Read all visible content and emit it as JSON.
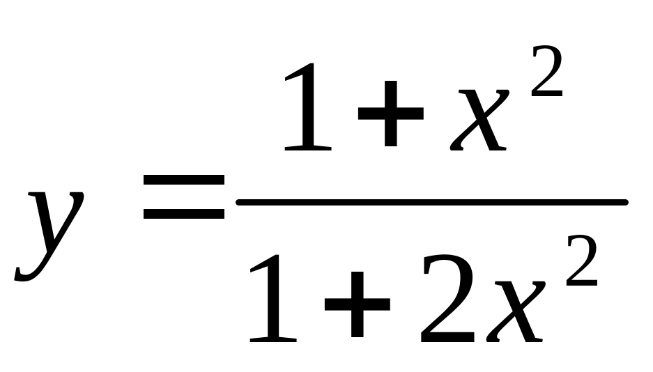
{
  "equation": {
    "lhs": "y",
    "equals": "=",
    "numerator": {
      "term1": "1",
      "operator": "+",
      "variable": "x",
      "exponent": "2"
    },
    "denominator": {
      "term1": "1",
      "operator": "+",
      "coefficient": "2",
      "variable": "x",
      "exponent": "2"
    }
  },
  "colors": {
    "ink": "#000000",
    "background": "#ffffff"
  }
}
